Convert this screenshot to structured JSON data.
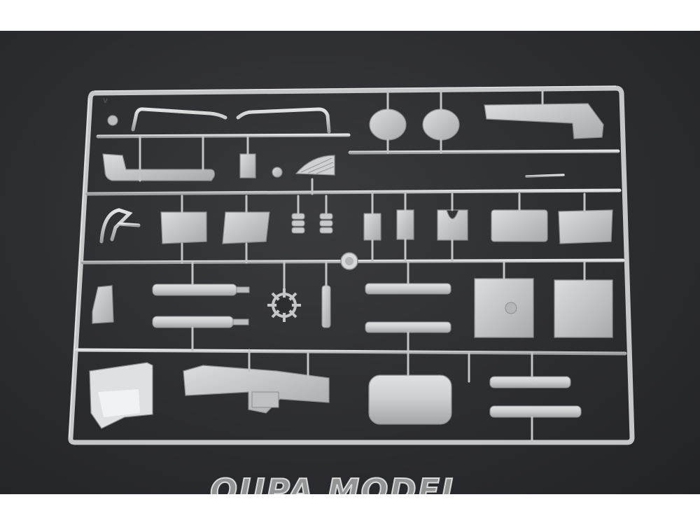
{
  "photo": {
    "subject": "model-kit-sprue",
    "background_color": "#2b2c2f",
    "plastic_color": "#c9cacb",
    "border_color": "#ffffff"
  },
  "sprue": {
    "letter": "V"
  },
  "watermark": {
    "text": "OUPA MODEL",
    "color": "#e8e8e8"
  }
}
